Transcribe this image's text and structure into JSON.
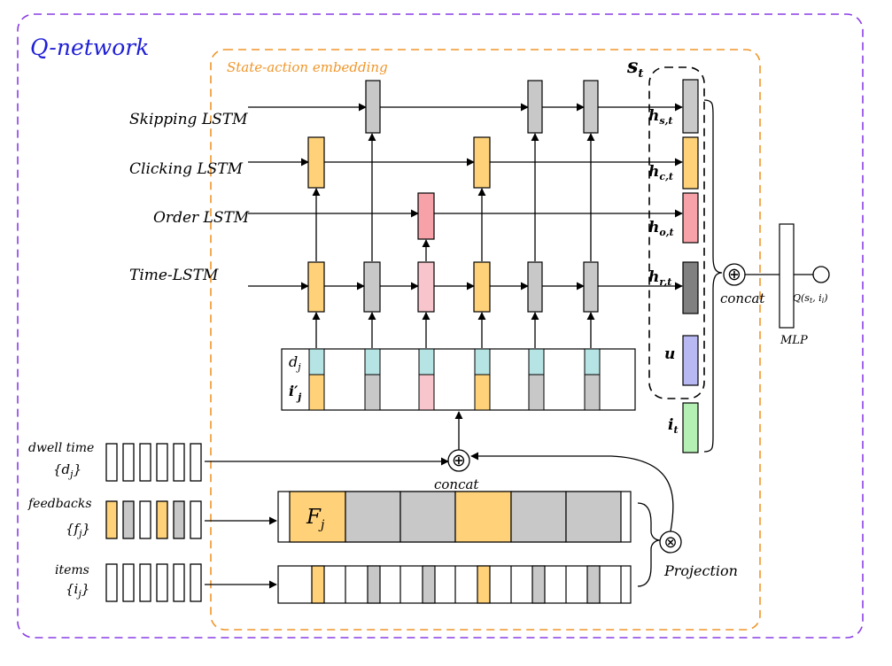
{
  "diagram": {
    "q_network_label": "Q-network",
    "embedding_label": "State-action embedding",
    "colors": {
      "q_network_border": "#8a3ee6",
      "q_network_text": "#1f1fd6",
      "embedding_border": "#f0962a",
      "embedding_text": "#f0962a",
      "click": "#ffd27a",
      "skip": "#c8c8c8",
      "order": "#f7a1a8",
      "order_light": "#f7c5cb",
      "time_dark": "#808080",
      "user": "#b8b8f2",
      "item": "#b4f0b4",
      "dwell": "#b6e3e3",
      "feedback_click": "#ffd27a"
    },
    "lstm_labels": {
      "skipping": "Skipping LSTM",
      "clicking": "Clicking LSTM",
      "order": "Order LSTM",
      "time": "Time-LSTM"
    },
    "state": {
      "s_label": "s",
      "s_sub": "t",
      "h_s": "h",
      "h_s_sub": "s,t",
      "h_c": "h",
      "h_c_sub": "c,t",
      "h_o": "h",
      "h_o_sub": "o,t",
      "h_r": "h",
      "h_r_sub": "r,t",
      "u": "u",
      "i_t": "i",
      "i_t_sub": "t"
    },
    "input_labels": {
      "d_j": "d",
      "d_j_sub": "j",
      "i_prime": "i′",
      "i_prime_sub": "j"
    },
    "concat_label": "concat",
    "concat_label_bottom": "concat",
    "mlp_label": "MLP",
    "q_output": "Q(s",
    "q_output_sub": "t",
    "q_output_rest": ", i",
    "q_output_sub2": "i",
    "q_output_end": ")",
    "projection_label": "Projection",
    "feature_label": "F",
    "feature_sub": "j",
    "sequences": {
      "dwell_time": "dwell time",
      "dwell_set": "{d",
      "dwell_set_sub": "j",
      "dwell_set_end": "}",
      "feedbacks": "feedbacks",
      "feedback_set": "{f",
      "feedback_set_sub": "j",
      "feedback_set_end": "}",
      "items": "items",
      "items_set": "{i",
      "items_set_sub": "j",
      "items_set_end": "}"
    }
  }
}
